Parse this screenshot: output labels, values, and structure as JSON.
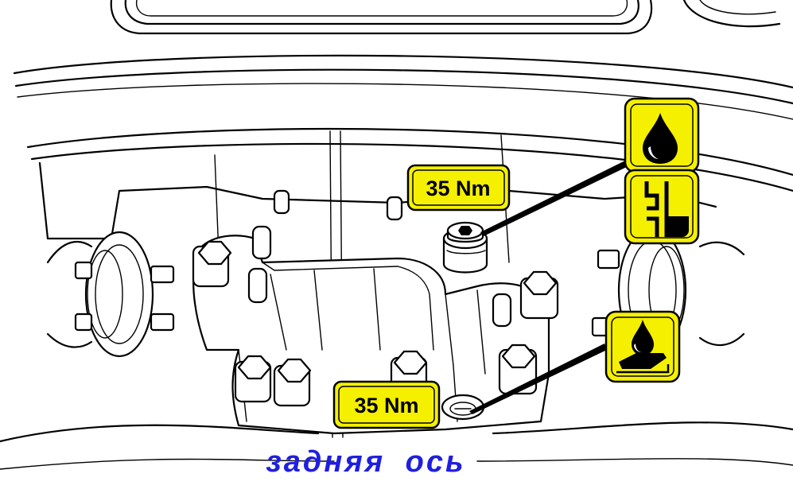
{
  "labels": {
    "torque_fill": "35 Nm",
    "torque_drain": "35 Nm",
    "caption": "задняя  ось"
  },
  "icons": {
    "oil_drop": "oil-drop-icon",
    "fill_level": "fill-level-icon",
    "drain_oil": "drain-oil-icon"
  },
  "colors": {
    "label_fill": "#f5f000",
    "caption_text": "#1f1fe0",
    "line": "#000000"
  }
}
